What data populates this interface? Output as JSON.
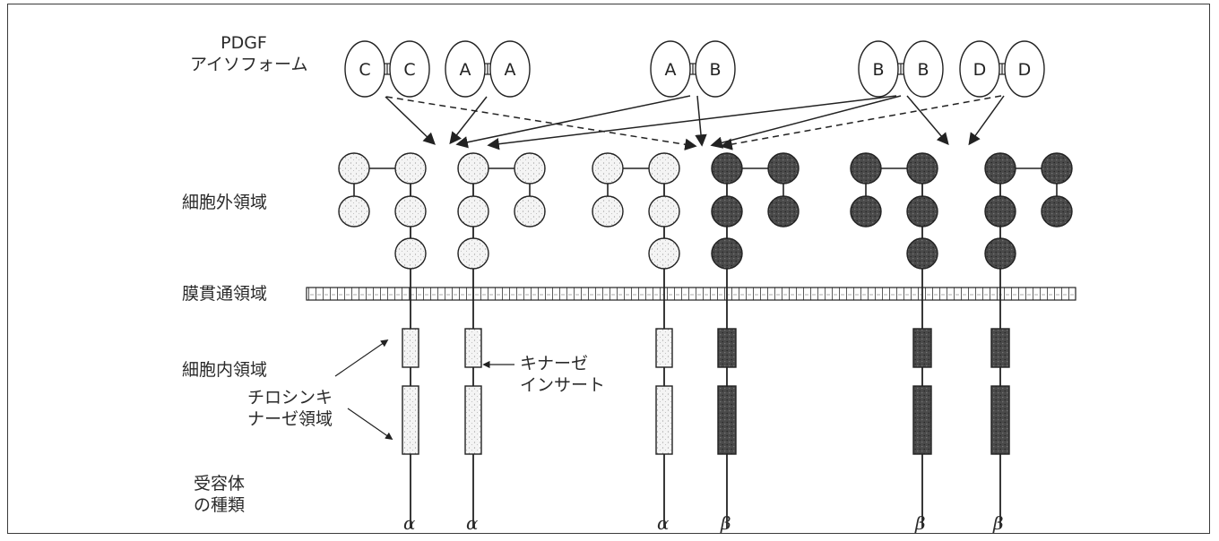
{
  "labels": {
    "isoform_line1": "PDGF",
    "isoform_line2": "アイソフォーム",
    "extracellular": "細胞外領域",
    "transmembrane": "膜貫通領域",
    "intracellular": "細胞内領域",
    "tk_line1": "チロシンキ",
    "tk_line2": "ナーゼ領域",
    "kinase_insert_line1": "キナーゼ",
    "kinase_insert_line2": "インサート",
    "receptor_type_line1": "受容体",
    "receptor_type_line2": "の種類"
  },
  "isoforms": [
    {
      "left": "C",
      "right": "C"
    },
    {
      "left": "A",
      "right": "A"
    },
    {
      "left": "A",
      "right": "B"
    },
    {
      "left": "B",
      "right": "B"
    },
    {
      "left": "D",
      "right": "D"
    }
  ],
  "receptor_types": [
    "α",
    "α",
    "α",
    "β",
    "β",
    "β"
  ],
  "colors": {
    "alpha_domain": "#f2f2f2",
    "beta_domain": "#3a3a3a",
    "line": "#222222"
  }
}
